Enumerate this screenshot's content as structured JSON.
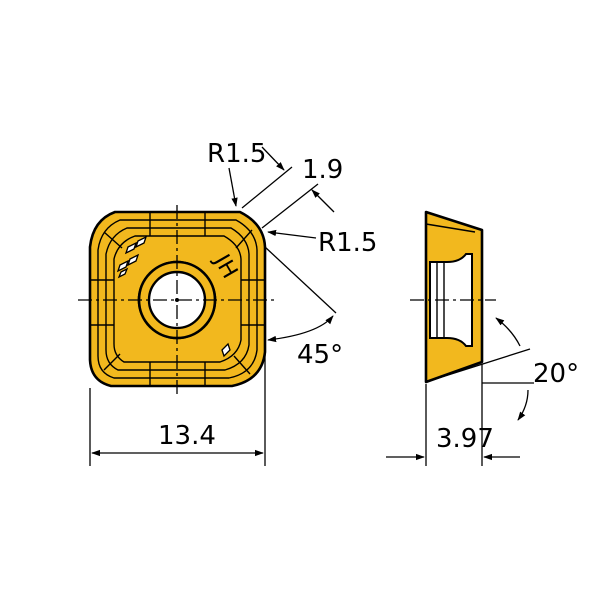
{
  "colors": {
    "insert_fill": "#F2B81E",
    "line": "#000000",
    "background": "#FFFFFF"
  },
  "labels": {
    "corner_radius_top": "R1.5",
    "facet_width": "1.9",
    "corner_radius_side": "R1.5",
    "entering_angle": "45°",
    "inscribed_size": "13.4",
    "clearance_angle": "20°",
    "thickness": "3.97",
    "chipbreaker_marking": "JH"
  }
}
